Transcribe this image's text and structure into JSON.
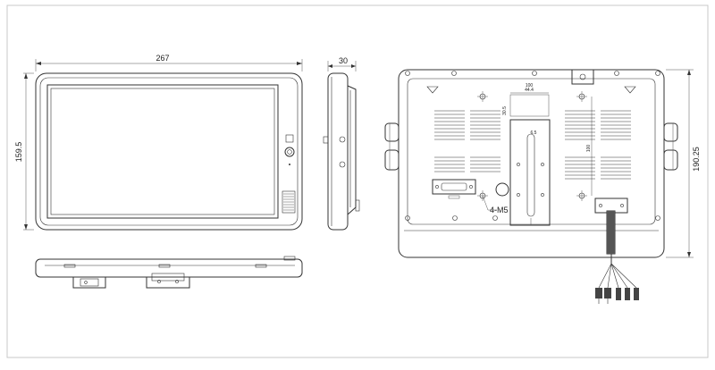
{
  "dimensions": {
    "width": "267",
    "height": "159.5",
    "depth": "30",
    "mount_height": "190.25",
    "vesa_label_1": "100",
    "vesa_label_2": "44.4",
    "vesa_label_3": "30.5",
    "vesa_label_4": "6.5",
    "vesa_label_5": "100",
    "screw_callout": "4-M5"
  },
  "colors": {
    "line": "#333333",
    "frame": "#d8d8d8",
    "background": "#ffffff"
  }
}
